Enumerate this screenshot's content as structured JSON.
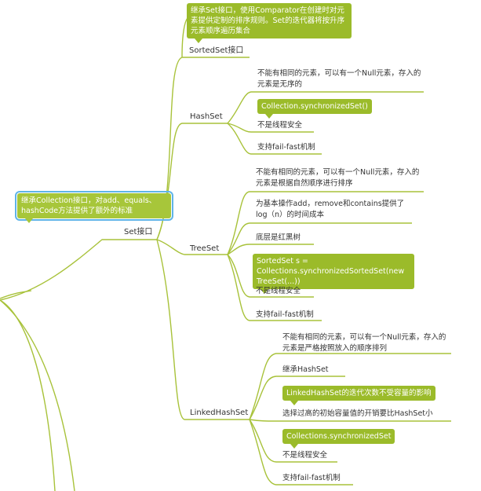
{
  "root_note": "继承Collection接口，对add、equals、hashCode方法提供了额外的标准",
  "set_label": "Set接口",
  "sortedset": {
    "note": "继承Set接口，使用Comparator在创建时对元素提供定制的排序规则。Set的迭代器将按升序元素顺序遍历集合",
    "label": "SortedSet接口"
  },
  "hashset": {
    "label": "HashSet",
    "items": [
      "不能有相同的元素，可以有一个Null元素，存入的元素是无序的",
      "不是线程安全",
      "支持fail-fast机制"
    ],
    "note": "Collection.synchronizedSet()"
  },
  "treeset": {
    "label": "TreeSet",
    "items": [
      "不能有相同的元素，可以有一个Null元素，存入的元素是根据自然顺序进行排序",
      "为基本操作add，remove和contains提供了log（n）的时间成本",
      "底层是红黑树",
      "不是线程安全",
      "支持fail-fast机制"
    ],
    "note": "SortedSet s = Collections.synchronizedSortedSet(new TreeSet(...))"
  },
  "linkedhashset": {
    "label": "LinkedHashSet",
    "items": [
      "不能有相同的元素，可以有一个Null元素，存入的元素是严格按照放入的顺序排列",
      "继承HashSet",
      "选择过高的初始容量值的开销要比HashSet小",
      "不是线程安全",
      "支持fail-fast机制"
    ],
    "note1": "LinkedHashSet的迭代次数不受容量的影响",
    "note2": "Collections.synchronizedSet"
  },
  "colors": {
    "branch": "#a8c23a",
    "note": "#9bbb2a",
    "selection": "#5fb4e8"
  }
}
